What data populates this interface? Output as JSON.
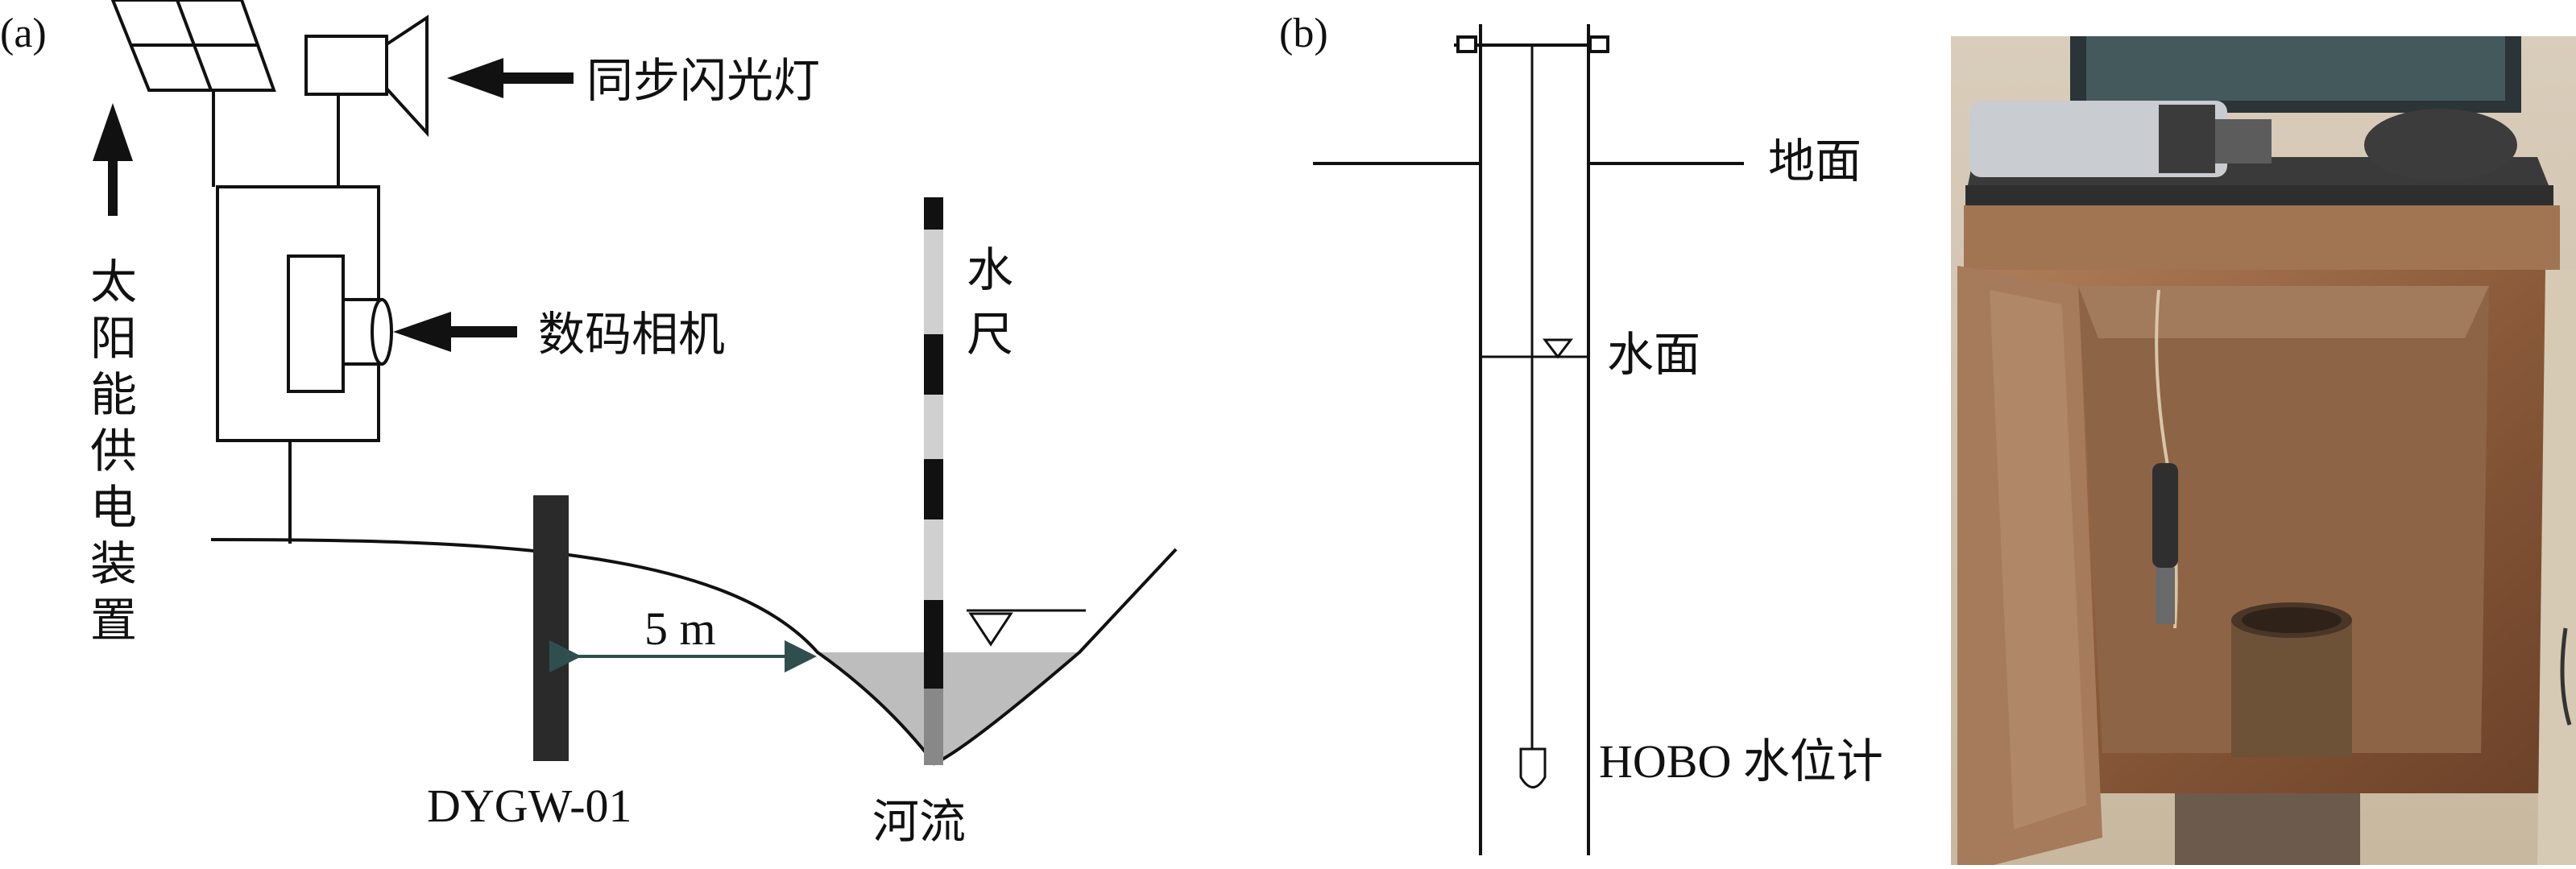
{
  "panel_a": {
    "panel_label": "(a)",
    "strobe_label": "同步闪光灯",
    "camera_label": "数码相机",
    "solar_label_chars": [
      "太",
      "阳",
      "能",
      "供",
      "电",
      "装",
      "置"
    ],
    "gauge_label_chars": [
      "水",
      "尺"
    ],
    "distance_label": "5 m",
    "well_label": "DYGW-01",
    "river_label": "河流"
  },
  "panel_b": {
    "panel_label": "(b)",
    "ground_label": "地面",
    "water_surface_label": "水面",
    "logger_label": "HOBO 水位计"
  },
  "colors": {
    "ink": "#111111",
    "water": "#bdbdbd",
    "gauge_light": "#d0d0d0",
    "distance_arrow": "#2f4f4f",
    "box_rust": "#7a4a2a"
  }
}
